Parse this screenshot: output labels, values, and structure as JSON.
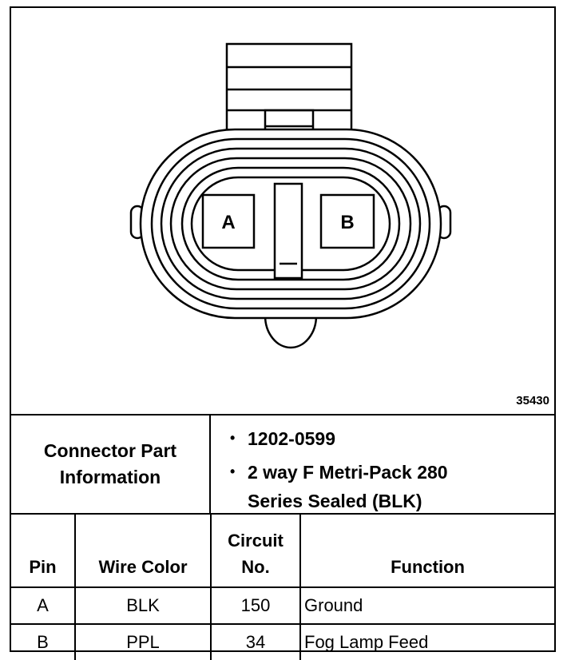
{
  "figure": {
    "number": "35430",
    "pin_labels": [
      "A",
      "B"
    ]
  },
  "connector_info": {
    "label_line1": "Connector Part",
    "label_line2": "Information",
    "part_number": "1202-0599",
    "description_line1": "2 way F Metri-Pack 280",
    "description_line2": "Series Sealed (BLK)",
    "bullet": "•"
  },
  "table": {
    "headers": {
      "pin": "Pin",
      "wire_color": "Wire Color",
      "circuit_line1": "Circuit",
      "circuit_line2": "No.",
      "function": "Function"
    },
    "rows": [
      {
        "pin": "A",
        "wire_color": "BLK",
        "circuit": "150",
        "function": "Ground"
      },
      {
        "pin": "B",
        "wire_color": "PPL",
        "circuit": "34",
        "function": "Fog Lamp Feed"
      }
    ]
  }
}
